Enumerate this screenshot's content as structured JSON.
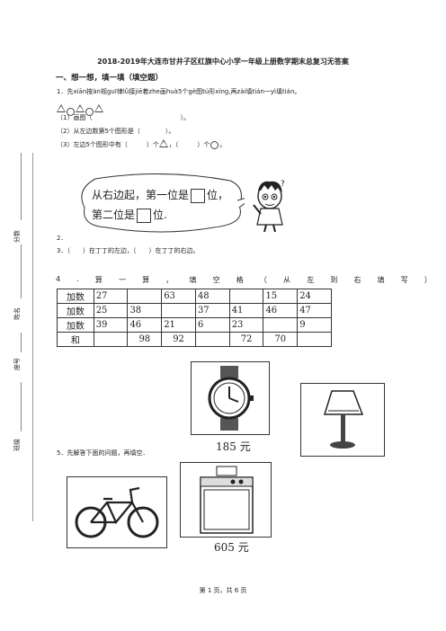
{
  "title": "2018-2019年大连市甘井子区红旗中心小学一年级上册数学期末总复习无答案",
  "section1": "一、想一想，填一填（填空题）",
  "q1": {
    "text": "1．先xiān按àn规guī律lǜ接jiē着zhe画huà5个gè图tú形xínɡ,再zài填tián一yì填tián。",
    "sub1": "（1）画图（　　　　　　　　　　　　　　）。",
    "sub2": "（2）从左边数第5个图形是（　　　　）。",
    "sub3a": "（3）左边5个图形中有（　　　）个",
    "sub3b": "，（　　　）个",
    "sub3c": "。"
  },
  "speech": {
    "line1a": "从右边起，第一位是",
    "line1b": "位，",
    "line2a": "第二位是",
    "line2b": "位."
  },
  "q2": "2．",
  "q3": "3．（　　）在丁丁的左边，（　　）在丁丁的右边。",
  "q4_chars": [
    "4",
    ".",
    "算",
    "一",
    "算",
    "，",
    "填",
    "空",
    "格",
    "（",
    "从",
    "左",
    "到",
    "右",
    "填",
    "写",
    "）"
  ],
  "table": {
    "rows": [
      [
        "加数",
        "27",
        "",
        "63",
        "48",
        "",
        "15",
        "24"
      ],
      [
        "加数",
        "25",
        "38",
        "",
        "37",
        "41",
        "46",
        "47"
      ],
      [
        "加数",
        "39",
        "46",
        "21",
        "6",
        "23",
        "",
        "9"
      ],
      [
        "和",
        "",
        "98",
        "92",
        "",
        "72",
        "70",
        ""
      ]
    ]
  },
  "q5": "5．先解答下面的问题，再填空．",
  "prices": {
    "watch": "185 元",
    "washer": "605 元"
  },
  "sidebar": {
    "score": "分数",
    "name": "姓名",
    "seat": "座号",
    "class": "班级"
  },
  "footer": "第 1 页，共 6 页",
  "icons": [
    "triangle-icon",
    "circle-icon",
    "watch-icon",
    "lamp-icon",
    "bicycle-icon",
    "washing-machine-icon",
    "boy-icon"
  ]
}
